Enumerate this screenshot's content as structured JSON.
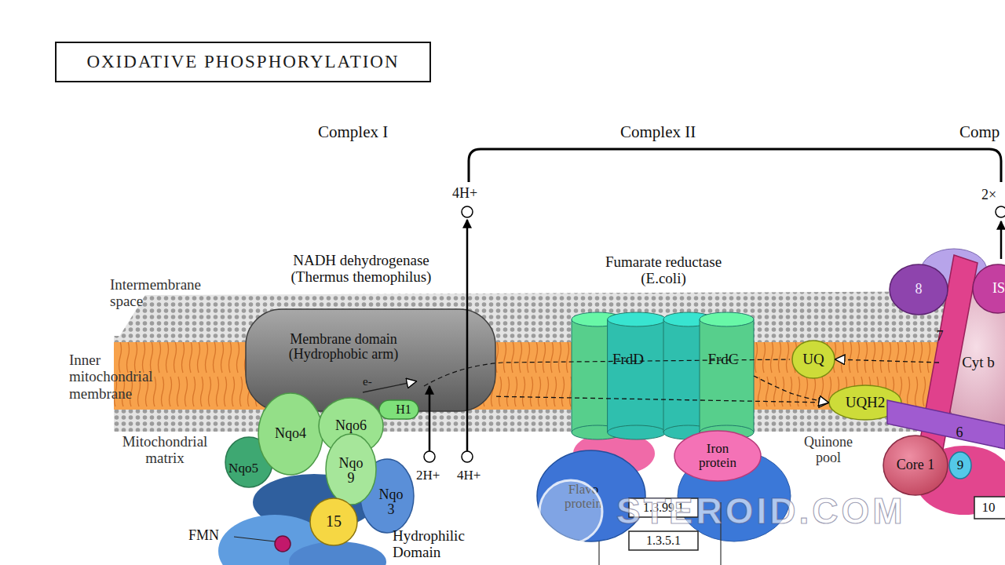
{
  "diagram": {
    "title": "OXIDATIVE PHOSPHORYLATION",
    "nodes": [
      {
        "text": [
          "Membrane domain (Hydrophobic arm)"
        ]
      },
      {
        "text": [
          "H1"
        ]
      },
      {
        "text": [
          "Nqo6"
        ]
      },
      {
        "text": [
          "Nqo4"
        ]
      },
      {
        "text": [
          "Nqo5"
        ]
      },
      {
        "text": [
          "Nqo 9"
        ]
      },
      {
        "text": [
          "Nqo 3"
        ]
      },
      {
        "text": [
          "15"
        ]
      },
      {
        "text": [
          "FrdD"
        ]
      },
      {
        "text": [
          "FrdC"
        ]
      },
      {
        "text": [
          "UQ"
        ]
      },
      {
        "text": [
          "UQH2"
        ]
      },
      {
        "text": [
          "Iron protein"
        ]
      },
      {
        "text": [
          "Flavo protein"
        ]
      },
      {
        "text": [
          "1.3.99.1"
        ]
      },
      {
        "text": [
          "1.3.5.1"
        ]
      },
      {
        "text": [
          "8"
        ]
      },
      {
        "text": [
          "IS"
        ]
      },
      {
        "text": [
          "7"
        ]
      },
      {
        "text": [
          "Cyt b"
        ]
      },
      {
        "text": [
          "6"
        ]
      },
      {
        "text": [
          "Core 1"
        ]
      },
      {
        "text": [
          "9"
        ]
      },
      {
        "text": [
          "10"
        ]
      }
    ],
    "edges": [
      {
        "from": 0,
        "to": 11,
        "arrow": "to"
      },
      {
        "from": 9,
        "to": 11,
        "arrow": "to"
      },
      {
        "from": 19,
        "to": 10,
        "arrow": "to"
      }
    ],
    "labels": [
      "Complex I",
      "Complex II",
      "Comp",
      "4H+",
      "2×",
      "Intermembrane space",
      "NADH dehydrogenase (Thermus themophilus)",
      "Fumarate reductase (E.coli)",
      "Inner mitochondrial membrane",
      "e-",
      "Quinone pool",
      "Mitochondrial matrix",
      "2H+",
      "4H+",
      "FMN",
      "Hydrophilic Domain",
      "STEROID.COM"
    ]
  }
}
